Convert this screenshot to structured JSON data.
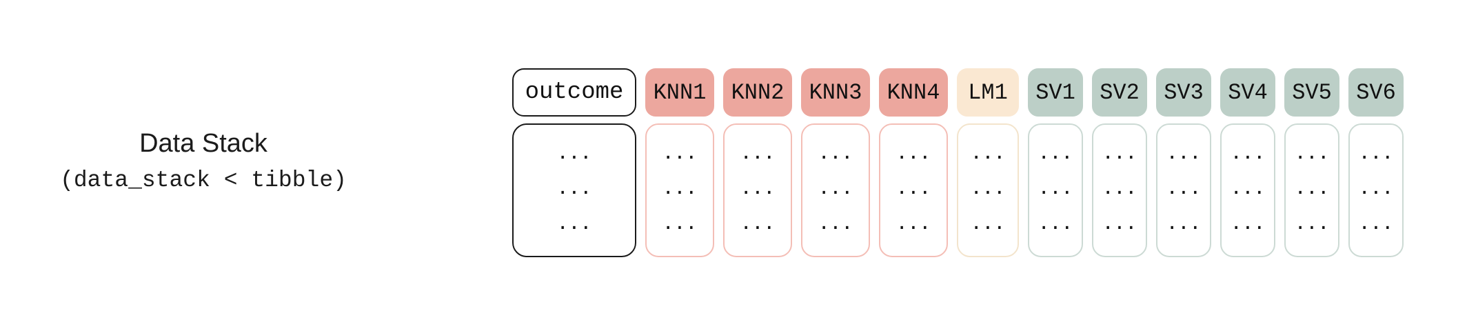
{
  "caption": {
    "title": "Data Stack",
    "code": "(data_stack < tibble)"
  },
  "table": {
    "columns": [
      {
        "id": "outcome",
        "label": "outcome",
        "type": "outcome"
      },
      {
        "id": "KNN1",
        "label": "KNN1",
        "type": "knn"
      },
      {
        "id": "KNN2",
        "label": "KNN2",
        "type": "knn"
      },
      {
        "id": "KNN3",
        "label": "KNN3",
        "type": "knn"
      },
      {
        "id": "KNN4",
        "label": "KNN4",
        "type": "knn"
      },
      {
        "id": "LM1",
        "label": "LM1",
        "type": "lm"
      },
      {
        "id": "SV1",
        "label": "SV1",
        "type": "sv"
      },
      {
        "id": "SV2",
        "label": "SV2",
        "type": "sv"
      },
      {
        "id": "SV3",
        "label": "SV3",
        "type": "sv"
      },
      {
        "id": "SV4",
        "label": "SV4",
        "type": "sv"
      },
      {
        "id": "SV5",
        "label": "SV5",
        "type": "sv"
      },
      {
        "id": "SV6",
        "label": "SV6",
        "type": "sv"
      }
    ],
    "cell_rows": [
      "...",
      "...",
      "..."
    ]
  },
  "colors": {
    "outline_dark": "#1A1A1A",
    "text_color": "#141414",
    "knn_header_fill": "#ECA79E",
    "knn_body_border": "#F4BEB6",
    "lm_header_fill": "#FAE8D2",
    "lm_body_border": "#F3E4CC",
    "sv_header_fill": "#BCCFC7",
    "sv_body_border": "#CCDAD4"
  }
}
